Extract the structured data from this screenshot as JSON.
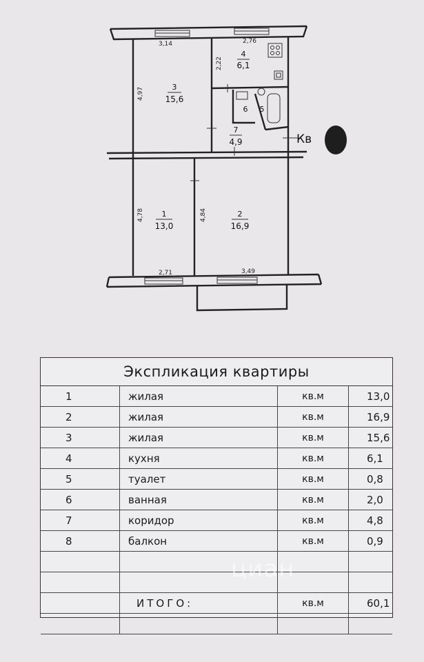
{
  "plan": {
    "rooms": [
      {
        "num": "1",
        "area": "13,0"
      },
      {
        "num": "2",
        "area": "16,9"
      },
      {
        "num": "3",
        "area": "15,6"
      },
      {
        "num": "4",
        "area": "6,1"
      },
      {
        "num": "5",
        "area": ""
      },
      {
        "num": "6",
        "area": ""
      },
      {
        "num": "7",
        "area": "4,9"
      }
    ],
    "dims": {
      "top_left": "3,14",
      "top_right": "2,76",
      "left_upper": "4,97",
      "left_lower": "4,78",
      "kitchen_side": "2,22",
      "mid_lower": "4,84",
      "bottom_left": "2,71",
      "bottom_right": "3,49"
    },
    "side_label": "Кв"
  },
  "explication": {
    "title": "Экспликация квартиры",
    "rows": [
      {
        "num": "1",
        "name": "жилая",
        "unit": "кв.м",
        "value": "13,0"
      },
      {
        "num": "2",
        "name": "жилая",
        "unit": "кв.м",
        "value": "16,9"
      },
      {
        "num": "3",
        "name": "жилая",
        "unit": "кв.м",
        "value": "15,6"
      },
      {
        "num": "4",
        "name": "кухня",
        "unit": "кв.м",
        "value": "6,1"
      },
      {
        "num": "5",
        "name": "туалет",
        "unit": "кв.м",
        "value": "0,8"
      },
      {
        "num": "6",
        "name": "ванная",
        "unit": "кв.м",
        "value": "2,0"
      },
      {
        "num": "7",
        "name": "коридор",
        "unit": "кв.м",
        "value": "4,8"
      },
      {
        "num": "8",
        "name": "балкон",
        "unit": "кв.м",
        "value": "0,9"
      }
    ],
    "total": {
      "label": "ИТОГО:",
      "unit": "кв.м",
      "value": "60,1"
    }
  },
  "watermark": "циан"
}
